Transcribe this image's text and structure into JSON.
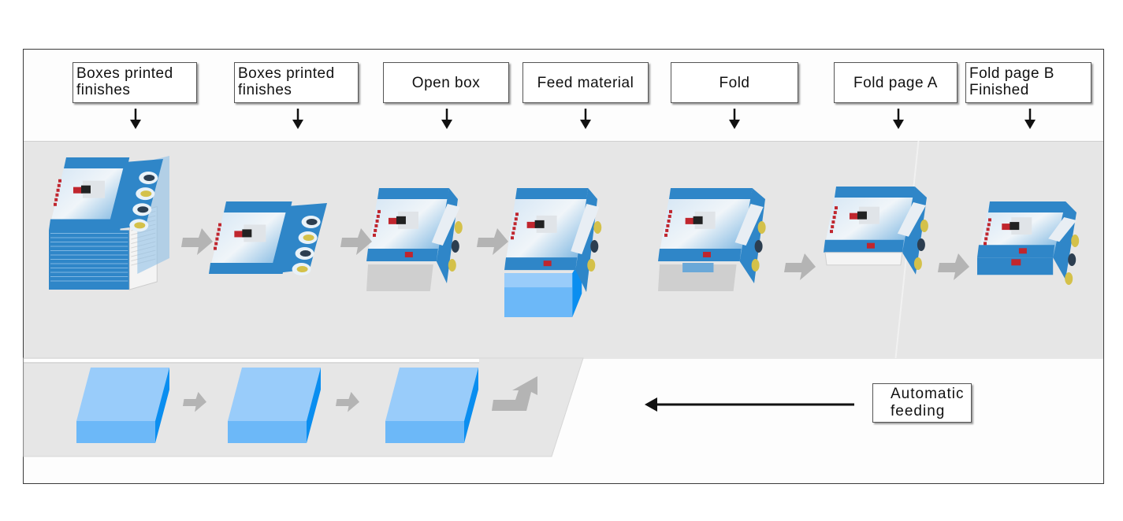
{
  "diagram": {
    "title": "Boxing machine process flow",
    "steps": [
      {
        "label_lines": [
          "Boxes printed",
          "finishes"
        ],
        "stage": "stack-of-flat-boxes"
      },
      {
        "label_lines": [
          "Boxes printed",
          "finishes"
        ],
        "stage": "single-flat-box"
      },
      {
        "label_lines": [
          "Open box"
        ],
        "stage": "opened-box"
      },
      {
        "label_lines": [
          "Feed material"
        ],
        "stage": "box-with-material"
      },
      {
        "label_lines": [
          "Fold"
        ],
        "stage": "box-folding"
      },
      {
        "label_lines": [
          "Fold page A"
        ],
        "stage": "flap-a-folded"
      },
      {
        "label_lines": [
          "Fold page B",
          "Finished"
        ],
        "stage": "finished-box"
      }
    ],
    "feeding": {
      "label_lines": [
        "Automatic",
        "feeding"
      ],
      "material_blocks": 3,
      "direction": "right-to-left"
    },
    "colors": {
      "box_blue": "#2f86c8",
      "material_top": "#99ccfa",
      "material_front": "#6cb8f8",
      "material_side": "#0a8ef0",
      "arrow_gray": "#b4b4b4",
      "band_gray": "#e6e6e6"
    }
  }
}
